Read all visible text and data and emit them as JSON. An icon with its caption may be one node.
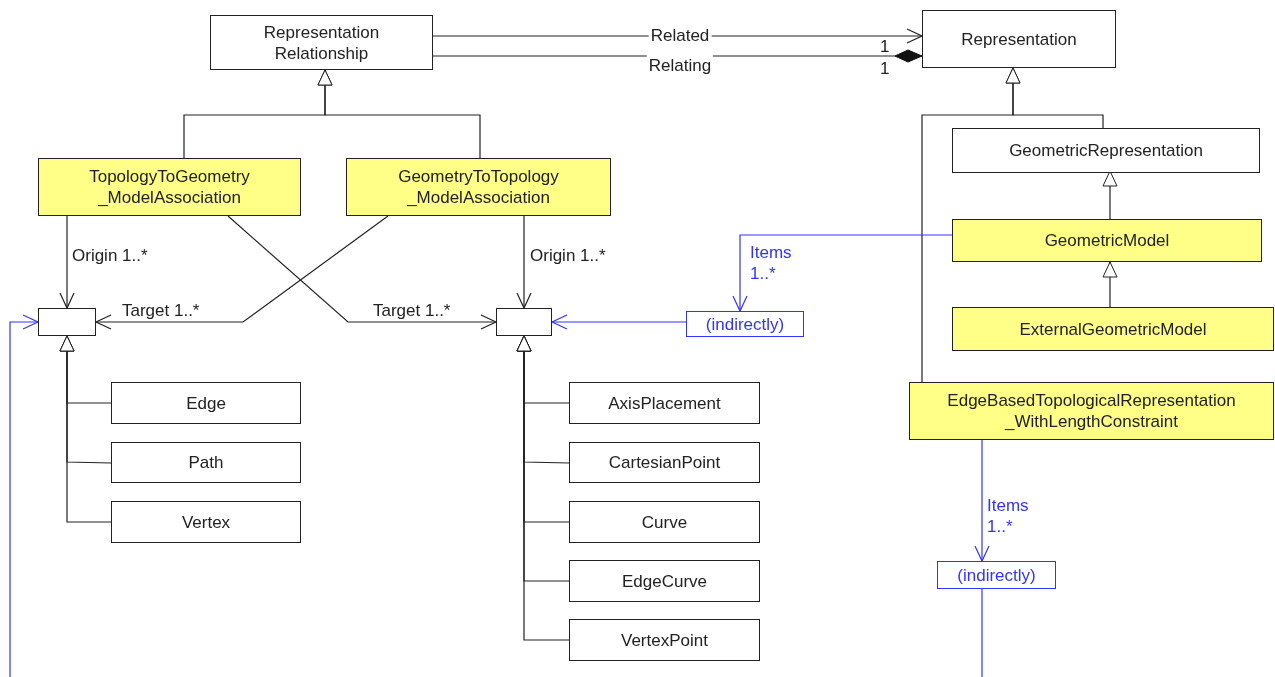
{
  "diagram": {
    "nodes": [
      {
        "text": [
          "Representation Relationship"
        ]
      },
      {
        "text": [
          "Representation"
        ]
      },
      {
        "text": [
          "TopologyToGeometry _ModelAssociation"
        ]
      },
      {
        "text": [
          "GeometryToTopology _ModelAssociation"
        ]
      },
      {
        "text": [
          "GeometricRepresentation"
        ]
      },
      {
        "text": [
          "GeometricModel"
        ]
      },
      {
        "text": [
          "ExternalGeometricModel"
        ]
      },
      {
        "text": [],
        "shape": "box"
      },
      {
        "text": [],
        "shape": "box"
      },
      {
        "text": [
          "(indirectly)"
        ]
      },
      {
        "text": [
          "Edge"
        ]
      },
      {
        "text": [
          "Path"
        ]
      },
      {
        "text": [
          "Vertex"
        ]
      },
      {
        "text": [
          "AxisPlacement"
        ]
      },
      {
        "text": [
          "CartesianPoint"
        ]
      },
      {
        "text": [
          "Curve"
        ]
      },
      {
        "text": [
          "EdgeCurve"
        ]
      },
      {
        "text": [
          "VertexPoint"
        ]
      },
      {
        "text": [
          "EdgeBasedTopologicalRepresentation _WithLengthConstraint"
        ]
      },
      {
        "text": [
          "(indirectly)"
        ]
      }
    ],
    "edges": [
      {
        "from": 0,
        "to": 1,
        "arrow": "to",
        "label": "Related"
      },
      {
        "from": 0,
        "to": 1,
        "arrow": "other",
        "label": "Relating"
      },
      {
        "from": 2,
        "to": 0,
        "arrow": "to"
      },
      {
        "from": 3,
        "to": 0,
        "arrow": "to"
      },
      {
        "from": 4,
        "to": 1,
        "arrow": "to"
      },
      {
        "from": 18,
        "to": 1,
        "arrow": "to"
      },
      {
        "from": 5,
        "to": 4,
        "arrow": "to"
      },
      {
        "from": 6,
        "to": 5,
        "arrow": "to"
      },
      {
        "from": 2,
        "to": 7,
        "arrow": "to",
        "label": "Origin 1..*"
      },
      {
        "from": 3,
        "to": 7,
        "arrow": "to",
        "label": "Target 1..*"
      },
      {
        "from": 3,
        "to": 8,
        "arrow": "to",
        "label": "Origin 1..*"
      },
      {
        "from": 2,
        "to": 8,
        "arrow": "to",
        "label": "Target 1..*"
      },
      {
        "from": 9,
        "to": 8,
        "arrow": "to",
        "color": "#3333ff"
      },
      {
        "from": 5,
        "to": 9,
        "arrow": "to",
        "label": "Items 1..*",
        "color": "#3333ff"
      },
      {
        "from": 18,
        "to": 19,
        "arrow": "to",
        "label": "Items 1..*",
        "color": "#3333ff"
      },
      {
        "from": 19,
        "to": null,
        "arrow": "none",
        "color": "#3333ff"
      },
      {
        "from": null,
        "to": 7,
        "arrow": "to",
        "color": "#3333ff"
      },
      {
        "from": 10,
        "to": 7,
        "arrow": "to"
      },
      {
        "from": 11,
        "to": 7,
        "arrow": "to"
      },
      {
        "from": 12,
        "to": 7,
        "arrow": "to"
      },
      {
        "from": 13,
        "to": 8,
        "arrow": "to"
      },
      {
        "from": 14,
        "to": 8,
        "arrow": "to"
      },
      {
        "from": 15,
        "to": 8,
        "arrow": "to"
      },
      {
        "from": 16,
        "to": 8,
        "arrow": "to"
      },
      {
        "from": 17,
        "to": 8,
        "arrow": "to"
      }
    ],
    "labels": [
      "1",
      "1"
    ]
  }
}
